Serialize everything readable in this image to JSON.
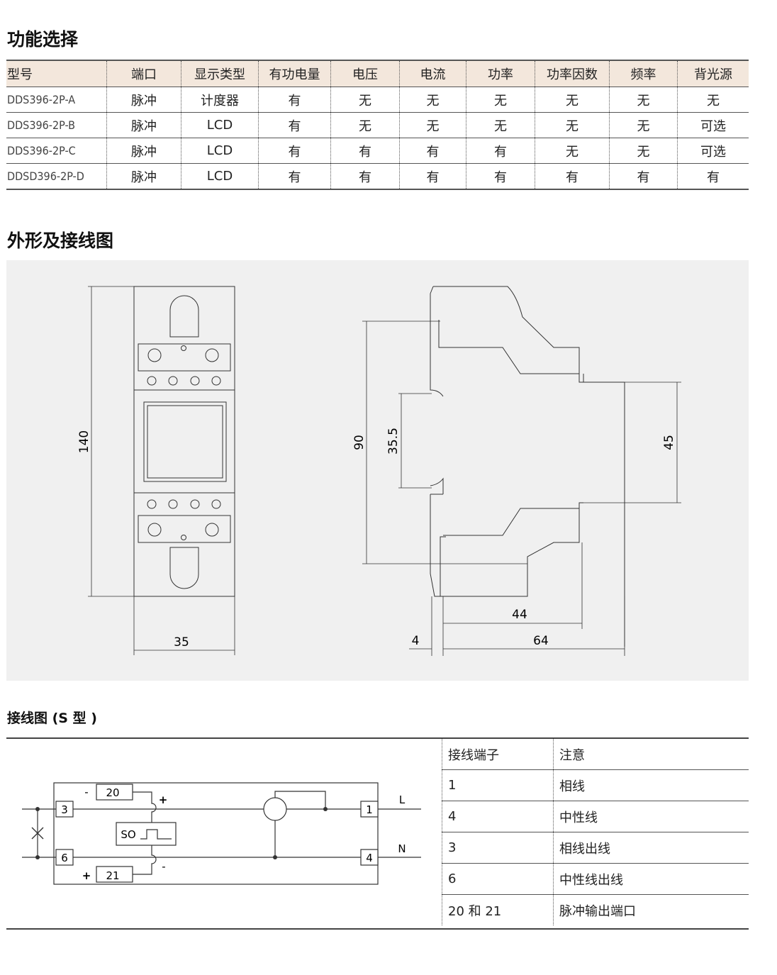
{
  "section1": {
    "title": "功能选择"
  },
  "spec_table": {
    "headers": [
      "型号",
      "端口",
      "显示类型",
      "有功电量",
      "电压",
      "电流",
      "功率",
      "功率因数",
      "频率",
      "背光源"
    ],
    "rows": [
      [
        "DDS396-2P-A",
        "脉冲",
        "计度器",
        "有",
        "无",
        "无",
        "无",
        "无",
        "无",
        "无"
      ],
      [
        "DDS396-2P-B",
        "脉冲",
        "LCD",
        "有",
        "无",
        "无",
        "无",
        "无",
        "无",
        "可选"
      ],
      [
        "DDS396-2P-C",
        "脉冲",
        "LCD",
        "有",
        "有",
        "有",
        "有",
        "无",
        "无",
        "可选"
      ],
      [
        "DDSD396-2P-D",
        "脉冲",
        "LCD",
        "有",
        "有",
        "有",
        "有",
        "有",
        "有",
        "有"
      ]
    ]
  },
  "section2": {
    "title": "外形及接线图"
  },
  "dimensions": {
    "front_height": "140",
    "front_width": "35",
    "side_height": "90",
    "rail_height": "35.5",
    "body_height": "45",
    "depth_inner": "44",
    "depth_total": "64",
    "offset": "4"
  },
  "section3": {
    "title": "接线图 (S 型 )"
  },
  "wiring": {
    "terminal_a": "20",
    "terminal_b": "21",
    "minus": "-",
    "plus": "+",
    "so_label": "SO",
    "t3": "3",
    "t6": "6",
    "t1": "1",
    "t4": "4",
    "line_label": "L",
    "neutral_label": "N"
  },
  "terminal_table": {
    "headers": [
      "接线端子",
      "注意"
    ],
    "rows": [
      [
        "1",
        "相线"
      ],
      [
        "4",
        "中性线"
      ],
      [
        "3",
        "相线出线"
      ],
      [
        "6",
        "中性线出线"
      ],
      [
        "20 和 21",
        "脉冲输出端口"
      ]
    ]
  }
}
